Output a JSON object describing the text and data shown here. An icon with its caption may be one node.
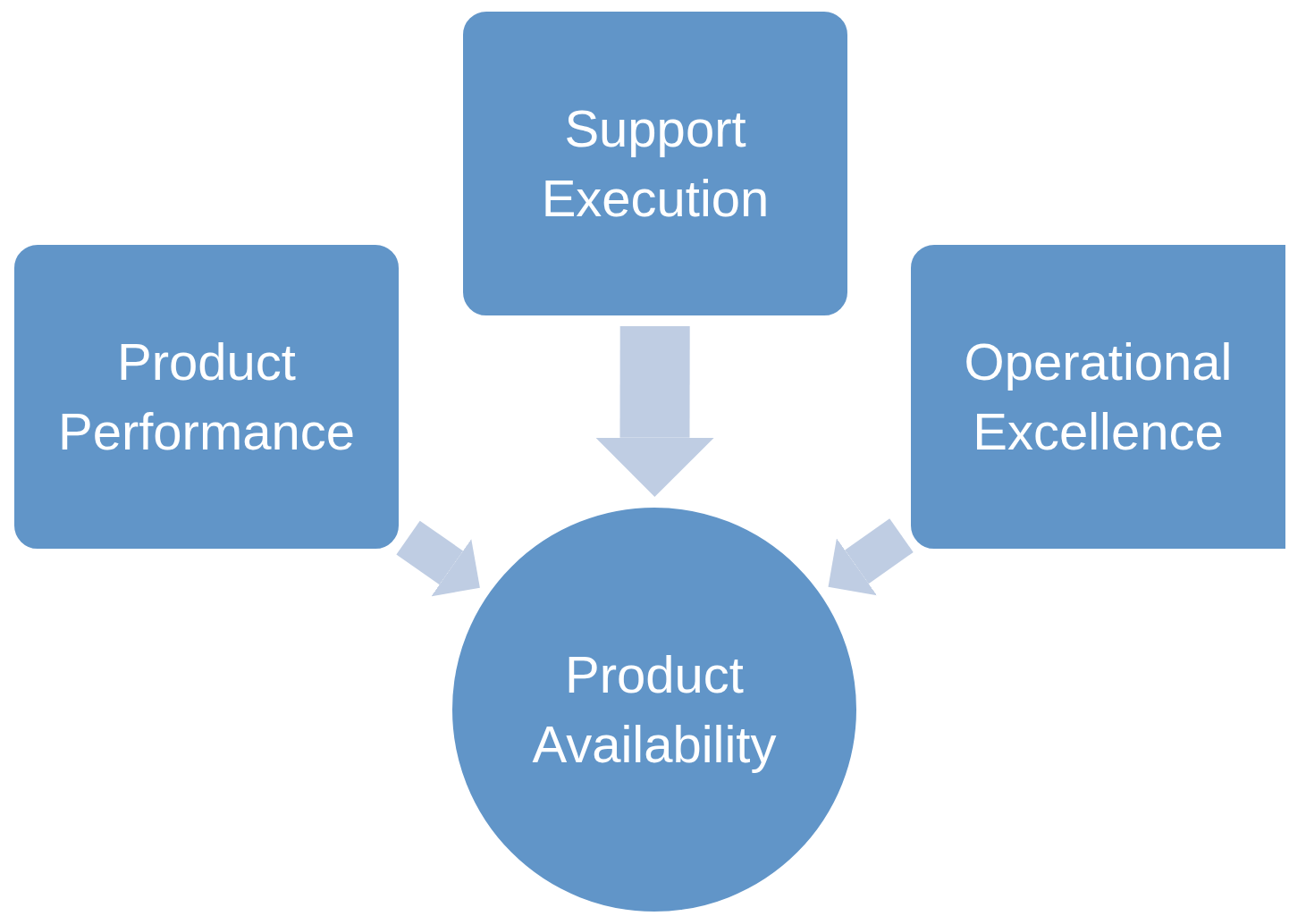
{
  "diagram": {
    "nodes": [
      {
        "text": [
          "Support Execution"
        ]
      },
      {
        "text": [
          "Product Performance"
        ]
      },
      {
        "text": [
          "Operational Excellence"
        ]
      },
      {
        "text": [
          "Product Availability"
        ]
      }
    ],
    "edges": [
      {
        "from": 0,
        "to": 3,
        "arrow": "to"
      },
      {
        "from": 1,
        "to": 3,
        "arrow": "to"
      },
      {
        "from": 2,
        "to": 3,
        "arrow": "to"
      }
    ]
  }
}
